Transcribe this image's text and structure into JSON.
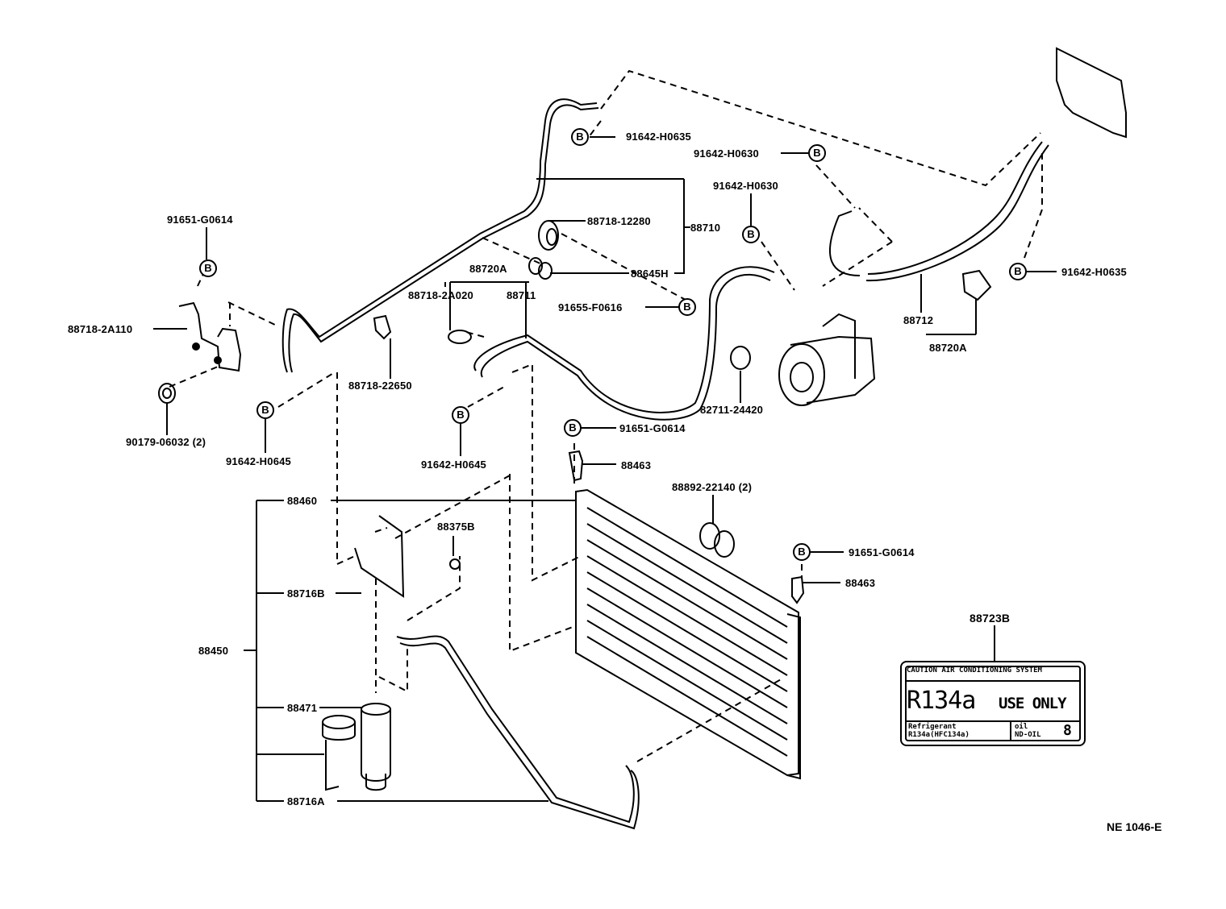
{
  "diagram": {
    "title": "Air Conditioner Tube & Hose Parts Diagram",
    "drawing_code": "NE  1046-E",
    "bolt_marker": "B",
    "parts": {
      "p91651_top_left": "91651-G0614",
      "p88718_2A110": "88718-2A110",
      "p90179": "90179-06032 (2)",
      "p91642_H0645_left": "91642-H0645",
      "p88718_22650": "88718-22650",
      "p91642_H0645_mid": "91642-H0645",
      "p91642_H0635_top": "91642-H0635",
      "p91642_H0630_a": "91642-H0630",
      "p91642_H0630_b": "91642-H0630",
      "p88718_12280": "88718-12280",
      "p88710": "88710",
      "p88645H": "88645H",
      "p88720A_left": "88720A",
      "p88718_2A020": "88718-2A020",
      "p88711": "88711",
      "p91655": "91655-F0616",
      "p91642_H0635_right": "91642-H0635",
      "p88712": "88712",
      "p88720A_right": "88720A",
      "p82711": "82711-24420",
      "p91651_mid": "91651-G0614",
      "p88463_a": "88463",
      "p88892": "88892-22140 (2)",
      "p91651_right": "91651-G0614",
      "p88463_b": "88463",
      "p88460": "88460",
      "p88375B": "88375B",
      "p88716B": "88716B",
      "p88450": "88450",
      "p88471": "88471",
      "p88716A": "88716A",
      "p88723B": "88723B"
    },
    "caution_label": {
      "header": "CAUTION  AIR CONDITIONING SYSTEM",
      "refrigerant_big": "R134a",
      "use_only": "USE ONLY",
      "refrigerant_title": "Refrigerant",
      "refrigerant_value": "R134a(HFC134a)",
      "oil_title": "oil",
      "oil_value": "ND-OIL",
      "oil_number": "8"
    }
  }
}
